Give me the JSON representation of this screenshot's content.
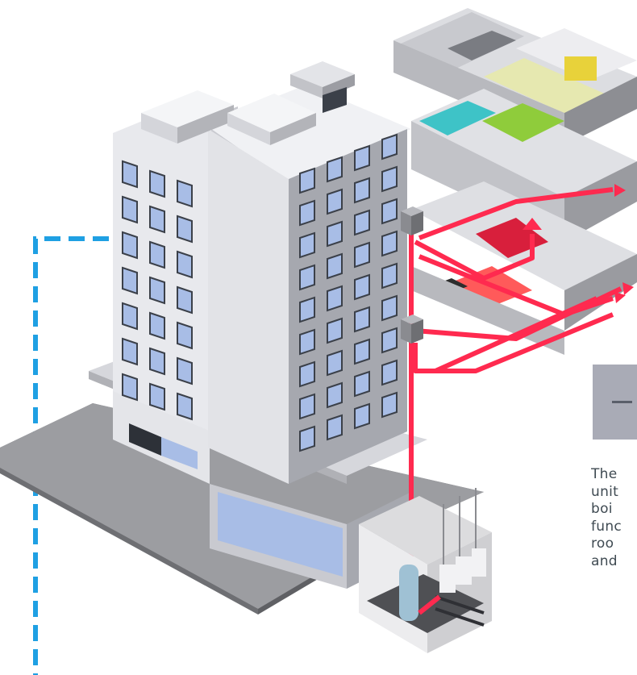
{
  "colors": {
    "heating_pipe": "#ff2a4f",
    "connection_dash": "#1fa0e3",
    "building_light": "#e8e9ed",
    "building_mid": "#c9cad0",
    "building_dark": "#a6a8af",
    "window": "#a8bde6",
    "window_frame": "#3b4049",
    "ground": "#8b8c90",
    "accent_bedroom": "#d81f3c",
    "accent_green": "#8fcc3b",
    "accent_teal": "#3ec3c7",
    "accent_yellow": "#e8d23a",
    "caption_text": "#3f4a52",
    "badge": "#a9abb6"
  },
  "icons": [
    "building-icon",
    "apartment-cutaway-icon",
    "boiler-room-icon",
    "heat-interface-unit-icon"
  ],
  "caption": {
    "lines": [
      "The",
      "unit",
      "boi",
      "func",
      "roo",
      "and"
    ]
  }
}
